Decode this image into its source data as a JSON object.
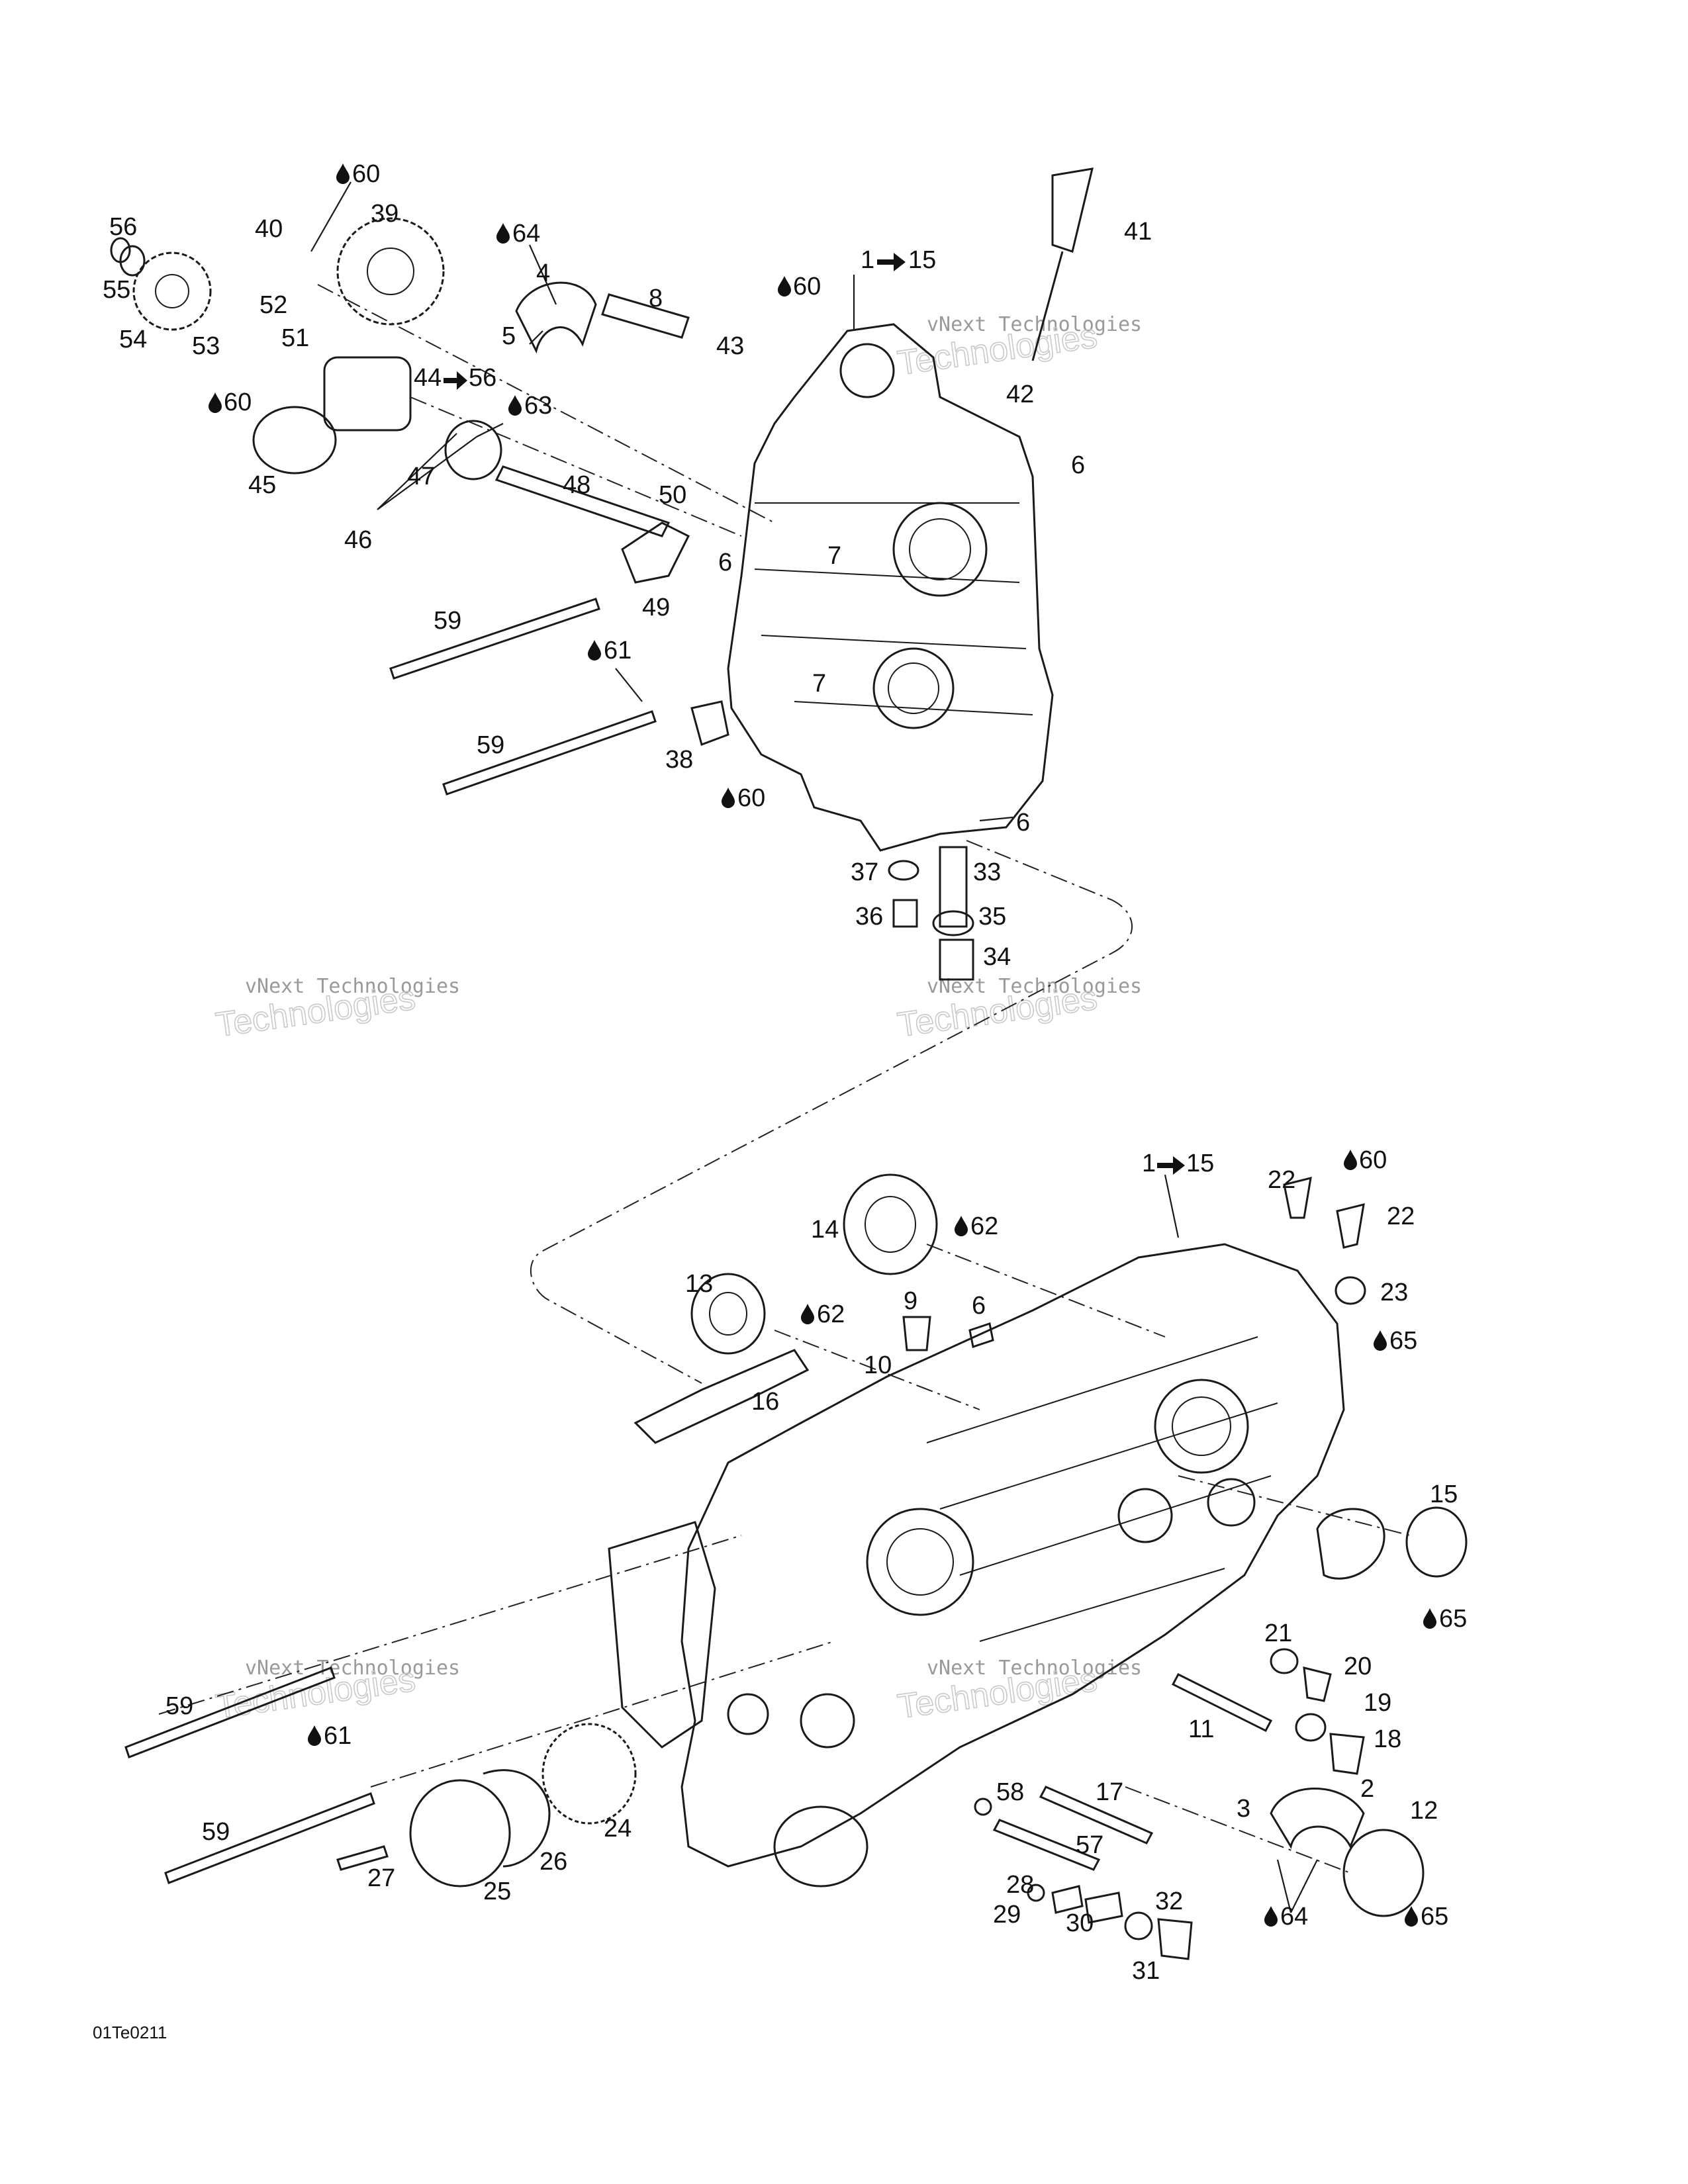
{
  "watermark": {
    "line1": "vNext Technologies",
    "line2": "Technologies"
  },
  "drawing_code": "01Te0211",
  "symbols": {
    "drop": "oil-drop-icon",
    "arrow": "arrow-right-icon"
  },
  "upper_labels": [
    "1",
    "15",
    "4",
    "5",
    "6",
    "6",
    "6",
    "7",
    "7",
    "8",
    "33",
    "34",
    "35",
    "36",
    "37",
    "38",
    "39",
    "40",
    "41",
    "42",
    "43",
    "44",
    "56",
    "45",
    "46",
    "47",
    "48",
    "49",
    "50",
    "51",
    "52",
    "53",
    "54",
    "55",
    "56",
    "59",
    "59"
  ],
  "upper_drops": [
    "60",
    "60",
    "60",
    "60",
    "61",
    "63",
    "64"
  ],
  "lower_labels": [
    "1",
    "15",
    "2",
    "3",
    "6",
    "9",
    "10",
    "11",
    "12",
    "13",
    "14",
    "15",
    "16",
    "17",
    "18",
    "19",
    "20",
    "21",
    "22",
    "22",
    "23",
    "24",
    "25",
    "26",
    "27",
    "28",
    "29",
    "30",
    "31",
    "32",
    "57",
    "58",
    "59",
    "59"
  ],
  "lower_drops": [
    "60",
    "61",
    "62",
    "62",
    "64",
    "65",
    "65",
    "65"
  ]
}
